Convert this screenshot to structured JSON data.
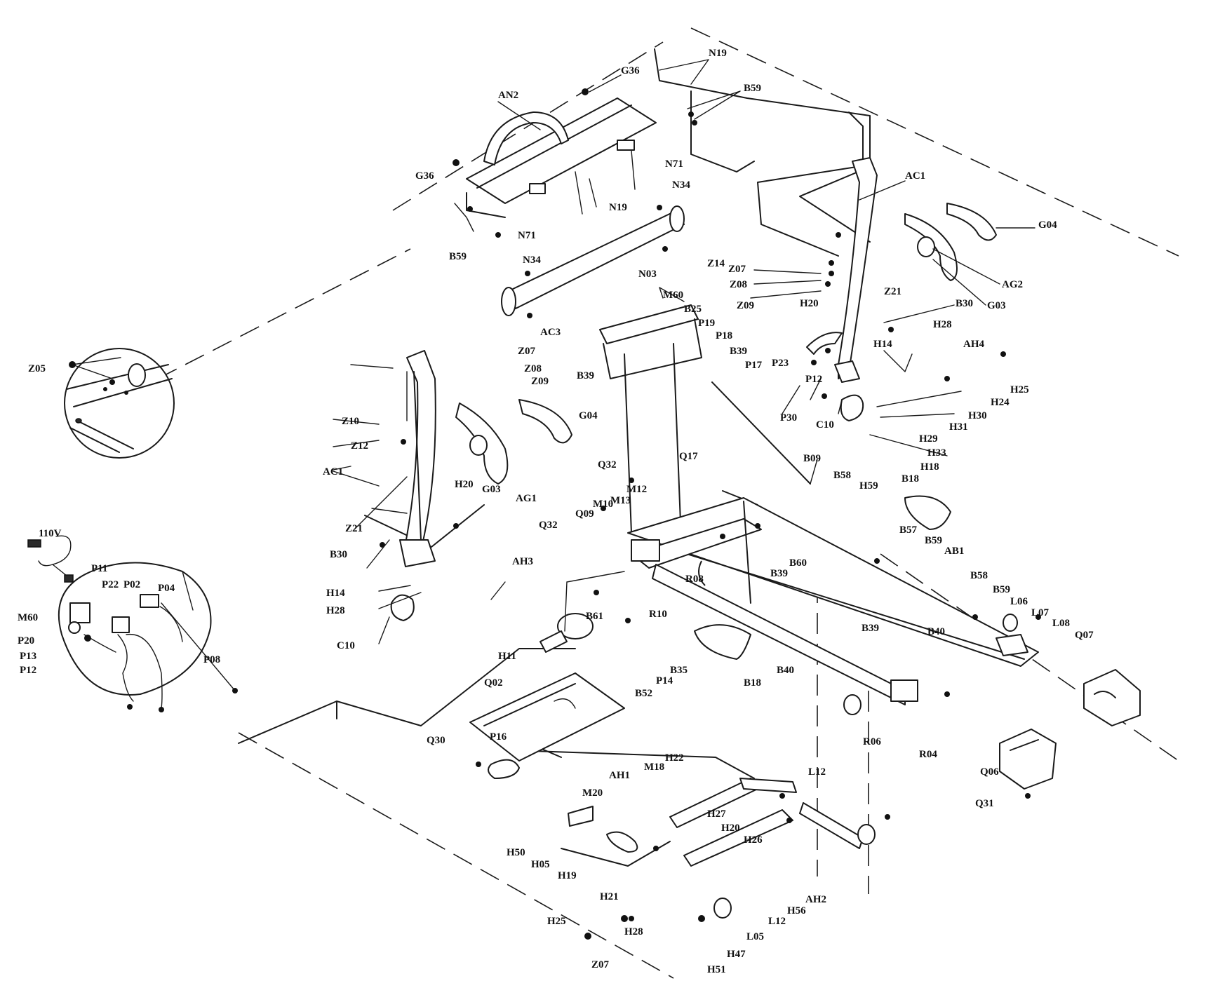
{
  "labels": {
    "N19": "N19",
    "G36": "G36",
    "B59": "B59",
    "AN2": "AN2",
    "N71": "N71",
    "N34": "N34",
    "Z14": "Z14",
    "AC1": "AC1",
    "G04": "G04",
    "AG2": "AG2",
    "G03": "G03",
    "Z07": "Z07",
    "Z08": "Z08",
    "Z09": "Z09",
    "H20": "H20",
    "Z21": "Z21",
    "B30": "B30",
    "H28": "H28",
    "AH4": "AH4",
    "H14": "H14",
    "H25": "H25",
    "H24": "H24",
    "H30": "H30",
    "H31": "H31",
    "H29": "H29",
    "H33": "H33",
    "H18": "H18",
    "C10": "C10",
    "P30": "P30",
    "P12": "P12",
    "P23": "P23",
    "AC3": "AC3",
    "N03": "N03",
    "M60": "M60",
    "B25": "B25",
    "P19": "P19",
    "P18": "P18",
    "B39": "B39",
    "P17": "P17",
    "Z05": "Z05",
    "Z10": "Z10",
    "Z12": "Z12",
    "AG1": "AG1",
    "Q32": "Q32",
    "Q17": "Q17",
    "B09": "B09",
    "B58": "B58",
    "H59": "H59",
    "B18": "B18",
    "M12": "M12",
    "M13": "M13",
    "M10": "M10",
    "Q09": "Q09",
    "B57": "B57",
    "AB1": "AB1",
    "B60": "B60",
    "R08": "R08",
    "R10": "R10",
    "B61": "B61",
    "B40": "B40",
    "L06": "L06",
    "L07": "L07",
    "L08": "L08",
    "Q07": "Q07",
    "AH3": "AH3",
    "H11": "H11",
    "B35": "B35",
    "P14": "P14",
    "B52": "B52",
    "Q02": "Q02",
    "P16": "P16",
    "Q30": "Q30",
    "R06": "R06",
    "R04": "R04",
    "Q06": "Q06",
    "Q31": "Q31",
    "P11": "P11",
    "110V": "110V",
    "P22": "P22",
    "P02": "P02",
    "P04": "P04",
    "P20": "P20",
    "P13": "P13",
    "P08": "P08",
    "M18": "M18",
    "H22": "H22",
    "AH1": "AH1",
    "M20": "M20",
    "L12": "L12",
    "H27": "H27",
    "H26": "H26",
    "H50": "H50",
    "H05": "H05",
    "H19": "H19",
    "H21": "H21",
    "H56": "H56",
    "AH2": "AH2",
    "L05": "L05",
    "H47": "H47",
    "H51": "H51",
    "H25b": "H25",
    "H28b": "H28",
    "Z07b": "Z07"
  }
}
